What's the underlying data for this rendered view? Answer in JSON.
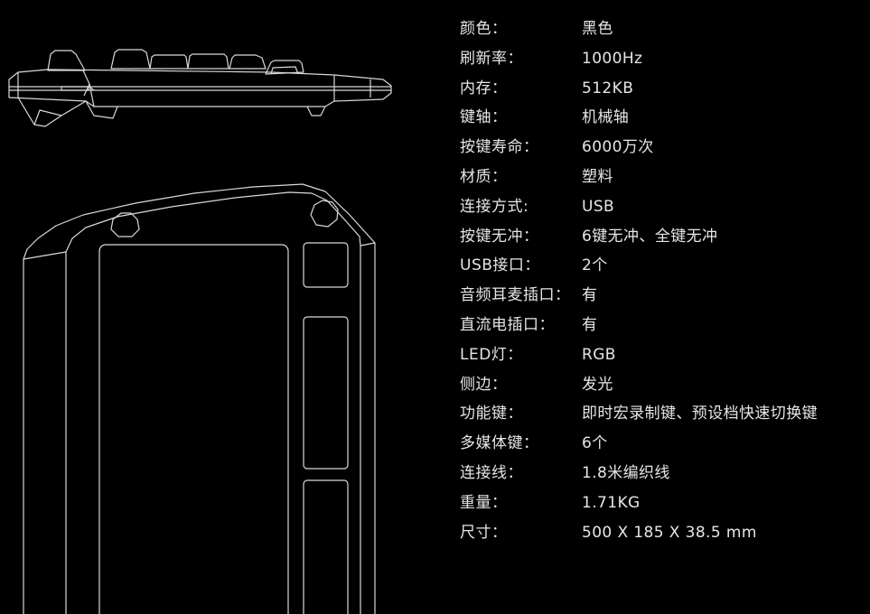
{
  "specs": [
    {
      "label": "颜色：",
      "value": "黑色"
    },
    {
      "label": "刷新率：",
      "value": "1000Hz"
    },
    {
      "label": "内存：",
      "value": "512KB"
    },
    {
      "label": "键轴：",
      "value": "机械轴"
    },
    {
      "label": "按键寿命：",
      "value": "6000万次"
    },
    {
      "label": "材质：",
      "value": "塑料"
    },
    {
      "label": "连接方式:",
      "value": "USB"
    },
    {
      "label": "按键无冲：",
      "value": "6键无冲、全键无冲"
    },
    {
      "label": "USB接口：",
      "value": "2个"
    },
    {
      "label": "音频耳麦插口：",
      "value": "有"
    },
    {
      "label": "直流电插口：",
      "value": "有"
    },
    {
      "label": "LED灯：",
      "value": "RGB"
    },
    {
      "label": "侧边：",
      "value": "发光"
    },
    {
      "label": "功能键：",
      "value": "即时宏录制键、预设档快速切换键"
    },
    {
      "label": "多媒体键：",
      "value": "6个"
    },
    {
      "label": "连接线：",
      "value": "1.8米编织线"
    },
    {
      "label": "重量：",
      "value": "1.71KG"
    },
    {
      "label": "尺寸：",
      "value": "500 X 185 X 38.5 mm"
    }
  ],
  "colors": {
    "background": "#000000",
    "line": "#d9d9d9",
    "text": "#e6e6e6"
  }
}
